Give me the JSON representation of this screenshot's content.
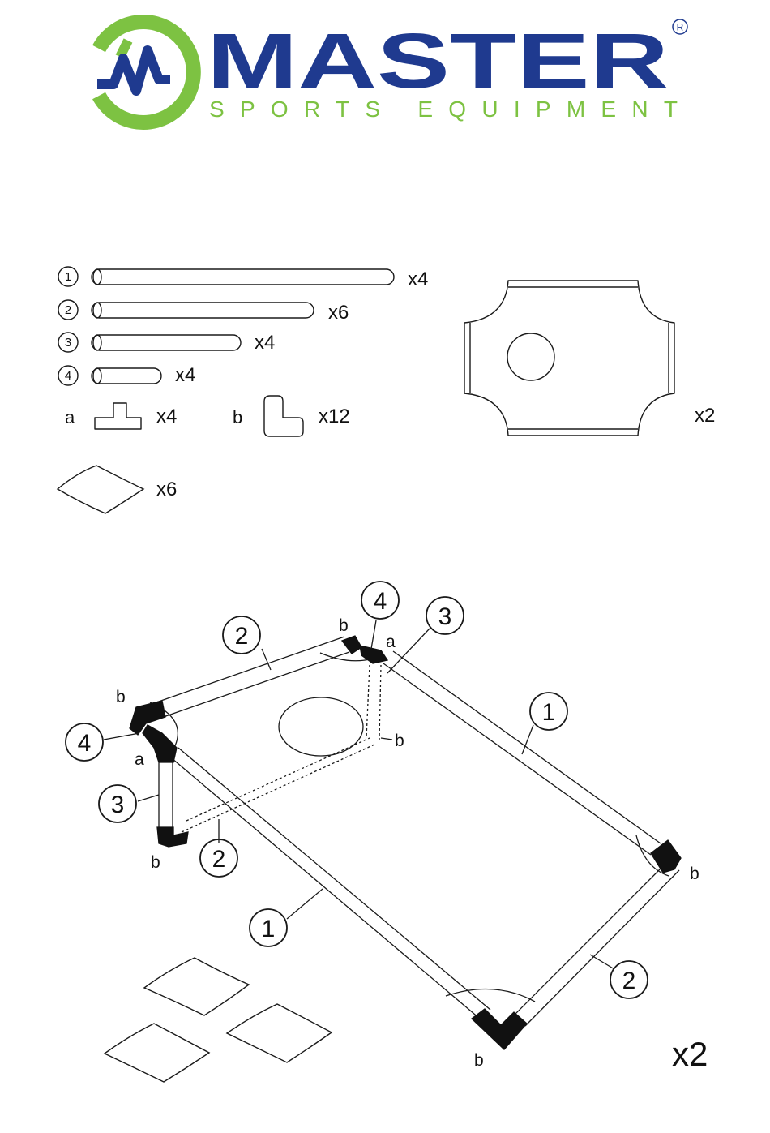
{
  "brand": {
    "name": "MASTER",
    "tagline": "SPORTS EQUIPMENT",
    "registered_mark": "R",
    "logo_letter": "M",
    "colors": {
      "green": "#7dc242",
      "blue": "#1f3a8f",
      "line": "#1a1a1a"
    }
  },
  "parts": {
    "tubes": [
      {
        "num": "1",
        "qty": "x4"
      },
      {
        "num": "2",
        "qty": "x6"
      },
      {
        "num": "3",
        "qty": "x4"
      },
      {
        "num": "4",
        "qty": "x4"
      }
    ],
    "connector_a": {
      "letter": "a",
      "qty": "x4"
    },
    "connector_b": {
      "letter": "b",
      "qty": "x12"
    },
    "bean_bag": {
      "qty": "x6"
    },
    "board": {
      "qty": "x2"
    }
  },
  "assembly": {
    "callouts": [
      "4",
      "3",
      "2",
      "1",
      "4",
      "3",
      "2",
      "1",
      "2"
    ],
    "connector_labels": [
      "b",
      "a",
      "b",
      "a",
      "b",
      "b",
      "b",
      "b"
    ],
    "multiplier": "x2"
  }
}
